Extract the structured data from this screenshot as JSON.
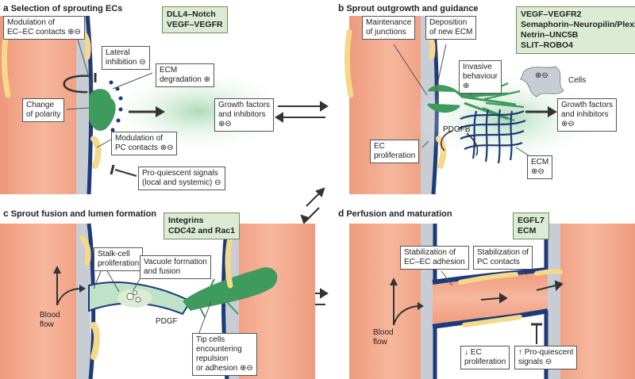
{
  "panels": {
    "a": {
      "letter": "a",
      "title": "Selection of sprouting ECs",
      "signals": [
        "DLL4–Notch",
        "VEGF–VEGFR"
      ],
      "labels": {
        "ec_contacts": [
          "Modulation of",
          "EC–EC contacts ⊕⊖"
        ],
        "lateral": [
          "Lateral",
          "inhibition ⊖"
        ],
        "ecm_deg": [
          "ECM",
          "degradation ⊕"
        ],
        "polarity": [
          "Change",
          "of polarity"
        ],
        "growth": [
          "Growth factors",
          "and inhibitors",
          "⊕⊖"
        ],
        "pc_contacts": [
          "Modulation of",
          "PC contacts ⊕⊖"
        ],
        "proq": [
          "Pro-quiescent signals",
          "(local and systemic) ⊖"
        ]
      }
    },
    "b": {
      "letter": "b",
      "title": "Sprout outgrowth and guidance",
      "signals": [
        "VEGF–VEGFR2",
        "Semaphorin–Neuropilin/Plexin",
        "Netrin–UNC5B",
        "SLIT–ROBO4"
      ],
      "labels": {
        "junctions": [
          "Maintenance",
          "of junctions"
        ],
        "deposition": [
          "Deposition",
          "of new ECM"
        ],
        "invasive": [
          "Invasive",
          "behaviour",
          "⊕"
        ],
        "cell_pm": "⊕⊖",
        "cells": "Cells",
        "growth": [
          "Growth factors",
          "and inhibitors",
          "⊕⊖"
        ],
        "pdgfb": "PDGFB",
        "ec_prolif": [
          "EC",
          "proliferation"
        ],
        "ecm": [
          "ECM",
          "⊕⊖"
        ]
      }
    },
    "c": {
      "letter": "c",
      "title": "Sprout fusion and lumen formation",
      "signals": [
        "Integrins",
        "CDC42 and Rac1"
      ],
      "labels": {
        "stalk": [
          "Stalk-cell",
          "proliferation"
        ],
        "vacuole": [
          "Vacuole formation",
          "and fusion"
        ],
        "blood": [
          "Blood",
          "flow"
        ],
        "pdgf": "PDGF",
        "tip": [
          "Tip cells",
          "encountering",
          "repulsion",
          "or adhesion ⊕⊖"
        ]
      }
    },
    "d": {
      "letter": "d",
      "title": "Perfusion and maturation",
      "signals": [
        "EGFL7",
        "ECM"
      ],
      "labels": {
        "ecec": [
          "Stabilization of",
          "EC–EC adhesion"
        ],
        "pc": [
          "Stabilization of",
          "PC contacts"
        ],
        "blood": [
          "Blood",
          "flow"
        ],
        "ec_prolif": [
          "↓ EC",
          "proliferation"
        ],
        "proq": [
          "↑ Pro-quiescent",
          "signals ⊖"
        ]
      }
    }
  },
  "colors": {
    "vessel": "#f2a78a",
    "vessel_dark": "#e98768",
    "basement": "#1d3a7a",
    "pericyte": "#f5d98a",
    "ec_grey": "#c8cdd4",
    "tip_green": "#3e9a5d",
    "glow_green": "#bfe2c8",
    "signal_box": "#dcebd3"
  },
  "icons": [
    "equilibrium-arrow-icon",
    "growth-gradient-icon",
    "inhibition-bar-icon"
  ]
}
